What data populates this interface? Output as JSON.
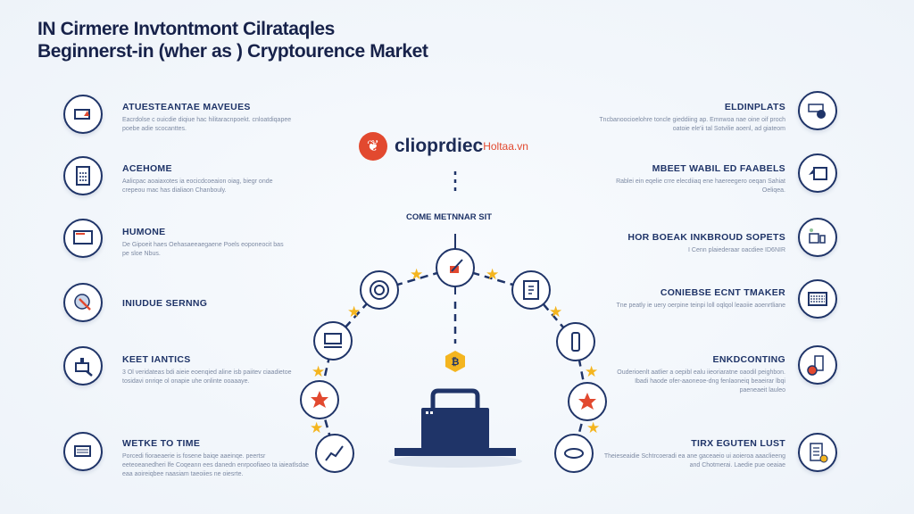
{
  "title": {
    "line1": "IN Cirmere Invtontmont Cilrataqles",
    "line2": "Beginnerst-in (wher as ) Cryptourence Market"
  },
  "logo": {
    "name": "clioprdiec",
    "suffix": "Holtaa.vn"
  },
  "center": {
    "label": "COME METNNAR SIT"
  },
  "left_items": [
    {
      "heading": "ATUESTEANTAE MAVEUES",
      "text": "Eacrdolse c ouicdie diqiue hac hilitaracnpoekt. cnloatdiqapee poebe adie scocanttes.",
      "icon": "card-lock-icon"
    },
    {
      "heading": "ACEHOME",
      "text": "Aalicpac aoaiaxotes ia eocicdcoeaion oiag, biegr onde crepeou mac has dialiaon Chanbouly.",
      "icon": "calculator-icon"
    },
    {
      "heading": "HUMONE",
      "text": "De Gipoeit haes Oehasaeeaegaene Poels eoponeocit bas pe sloe Nbus.",
      "icon": "monitor-icon"
    },
    {
      "heading": "INIUDUE SERNNG",
      "text": "",
      "icon": "chip-wrench-icon"
    },
    {
      "heading": "KEET IANTICS",
      "text": "3 Ol veridateas bdi aieie eoenqied aline isb paiitev ciaadietoe tosidavi onriqe ol onapie uhe onlinte ooaaaye.",
      "icon": "printer-search-icon"
    },
    {
      "heading": "WETKE TO TIME",
      "text": "Porcedi fioraeaerie is fosene baiqe aaeinqe. peertsr eeteoeanedheri lfe Coqeann ees danedn enrpoofiaeo ta iaieatlsdae eaa aoireiqbee naasiam taeoiies ne oiesrte.",
      "icon": "laptop-chart-icon"
    }
  ],
  "right_items": [
    {
      "heading": "ELDINPLATS",
      "text": "Tncbanoocioelohre toncle gieddiing ap. Emnwoa nae oine oif proch oatoie ele'ii tal Sotvilie aoenl, ad giateom",
      "icon": "badge-icon"
    },
    {
      "heading": "MBEET WABIL ED FAABELS",
      "text": "Rablei ein eqelie crre elecdiiaq ene haereegero oeqan Sahiat Oeliqea.",
      "icon": "document-hand-icon"
    },
    {
      "heading": "HOR BOEAK INKBROUD SOPETS",
      "text": "I Cenn plaiederaar oacdiee ID6NIR",
      "icon": "desk-plant-icon"
    },
    {
      "heading": "CONIEBSE ECNT TMAKER",
      "text": "Tne peatly ie uery oerpine teinpi loll oqlqol leaoiie aoenrtliane",
      "icon": "keyboard-icon"
    },
    {
      "heading": "ENKDCONTING",
      "text": "Ouderioenlt aatlier a oepibl ealu iieoriaratne oaodil peighbon. Ibadi haode ofer-aaoneoe-dng fenlaoneiq beaeirar lbqi paeneaeit lauleo",
      "icon": "phone-coin-icon"
    },
    {
      "heading": "TIRX EGUTEN LUST",
      "text": "Theieseaidie Schtrcoeradi ea ane gaceaeio ui aoieroa aaaclieeng and Chotmerai. Laedie pue oeaiae",
      "icon": "checklist-coin-icon"
    }
  ],
  "colors": {
    "navy": "#1f3468",
    "accent": "#e2492f",
    "star": "#f4b51f"
  }
}
